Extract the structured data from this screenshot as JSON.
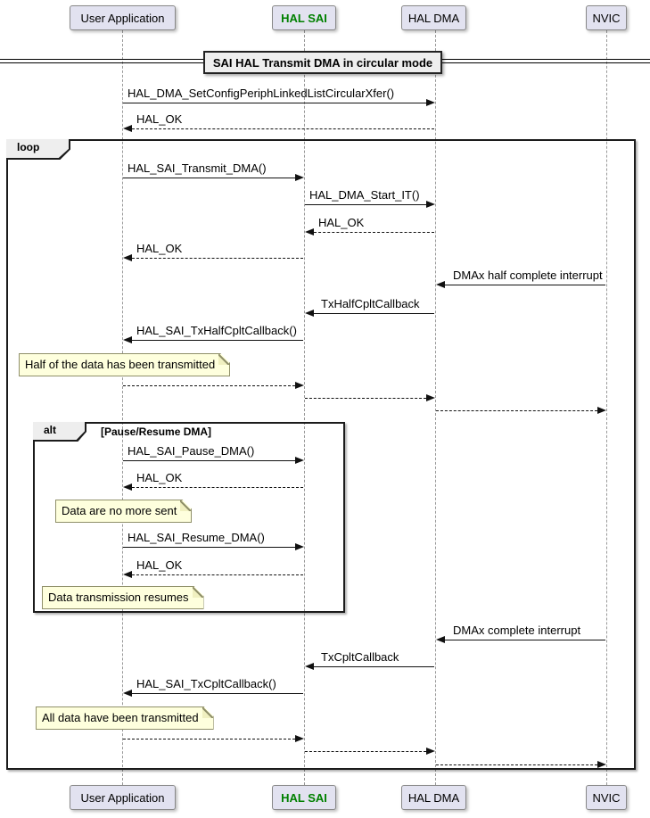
{
  "seq": {
    "title": "SAI HAL Transmit DMA in circular mode",
    "participants": [
      {
        "name": "User Application",
        "color": "#000000"
      },
      {
        "name": "HAL SAI",
        "color": "#008000"
      },
      {
        "name": "HAL DMA",
        "color": "#000000"
      },
      {
        "name": "NVIC",
        "color": "#000000"
      }
    ],
    "frames": [
      {
        "type": "loop",
        "label": "loop",
        "condition": ""
      },
      {
        "type": "alt",
        "label": "alt",
        "condition": "[Pause/Resume DMA]"
      }
    ],
    "messages": [
      {
        "label": "HAL_DMA_SetConfigPeriphLinkedListCircularXfer()",
        "from": "User Application",
        "to": "HAL DMA",
        "style": "solid"
      },
      {
        "label": "HAL_OK",
        "from": "HAL DMA",
        "to": "User Application",
        "style": "dashed"
      },
      {
        "label": "HAL_SAI_Transmit_DMA()",
        "from": "User Application",
        "to": "HAL SAI",
        "style": "solid"
      },
      {
        "label": "HAL_DMA_Start_IT()",
        "from": "HAL SAI",
        "to": "HAL DMA",
        "style": "solid"
      },
      {
        "label": "HAL_OK",
        "from": "HAL DMA",
        "to": "HAL SAI",
        "style": "dashed"
      },
      {
        "label": "HAL_OK",
        "from": "HAL SAI",
        "to": "User Application",
        "style": "dashed"
      },
      {
        "label": "DMAx half complete interrupt",
        "from": "NVIC",
        "to": "HAL DMA",
        "style": "solid"
      },
      {
        "label": "TxHalfCpltCallback",
        "from": "HAL DMA",
        "to": "HAL SAI",
        "style": "solid"
      },
      {
        "label": "HAL_SAI_TxHalfCpltCallback()",
        "from": "HAL SAI",
        "to": "User Application",
        "style": "solid"
      },
      {
        "label": "",
        "from": "User Application",
        "to": "HAL SAI",
        "style": "dashed"
      },
      {
        "label": "",
        "from": "HAL SAI",
        "to": "HAL DMA",
        "style": "dashed"
      },
      {
        "label": "",
        "from": "HAL DMA",
        "to": "NVIC",
        "style": "dashed"
      },
      {
        "label": "HAL_SAI_Pause_DMA()",
        "from": "User Application",
        "to": "HAL SAI",
        "style": "solid"
      },
      {
        "label": "HAL_OK",
        "from": "HAL SAI",
        "to": "User Application",
        "style": "dashed"
      },
      {
        "label": "HAL_SAI_Resume_DMA()",
        "from": "User Application",
        "to": "HAL SAI",
        "style": "solid"
      },
      {
        "label": "HAL_OK",
        "from": "HAL SAI",
        "to": "User Application",
        "style": "dashed"
      },
      {
        "label": "DMAx complete interrupt",
        "from": "NVIC",
        "to": "HAL DMA",
        "style": "solid"
      },
      {
        "label": "TxCpltCallback",
        "from": "HAL DMA",
        "to": "HAL SAI",
        "style": "solid"
      },
      {
        "label": "HAL_SAI_TxCpltCallback()",
        "from": "HAL SAI",
        "to": "User Application",
        "style": "solid"
      },
      {
        "label": "",
        "from": "User Application",
        "to": "HAL SAI",
        "style": "dashed"
      },
      {
        "label": "",
        "from": "HAL SAI",
        "to": "HAL DMA",
        "style": "dashed"
      },
      {
        "label": "",
        "from": "HAL DMA",
        "to": "NVIC",
        "style": "dashed"
      }
    ],
    "notes": [
      {
        "text": "Half of the data has been transmitted"
      },
      {
        "text": "Data are no more sent"
      },
      {
        "text": "Data transmission resumes"
      },
      {
        "text": "All data have been transmitted"
      }
    ],
    "colors": {
      "participant_fill": "#E2E2F0",
      "participant_border": "#888888",
      "note_fill": "#FEFFDD",
      "note_border": "#90906A",
      "frame_border": "#1B1B1B",
      "tag_fill": "#EEEEEE",
      "lifeline": "#999999",
      "accent_green": "#008000"
    }
  }
}
